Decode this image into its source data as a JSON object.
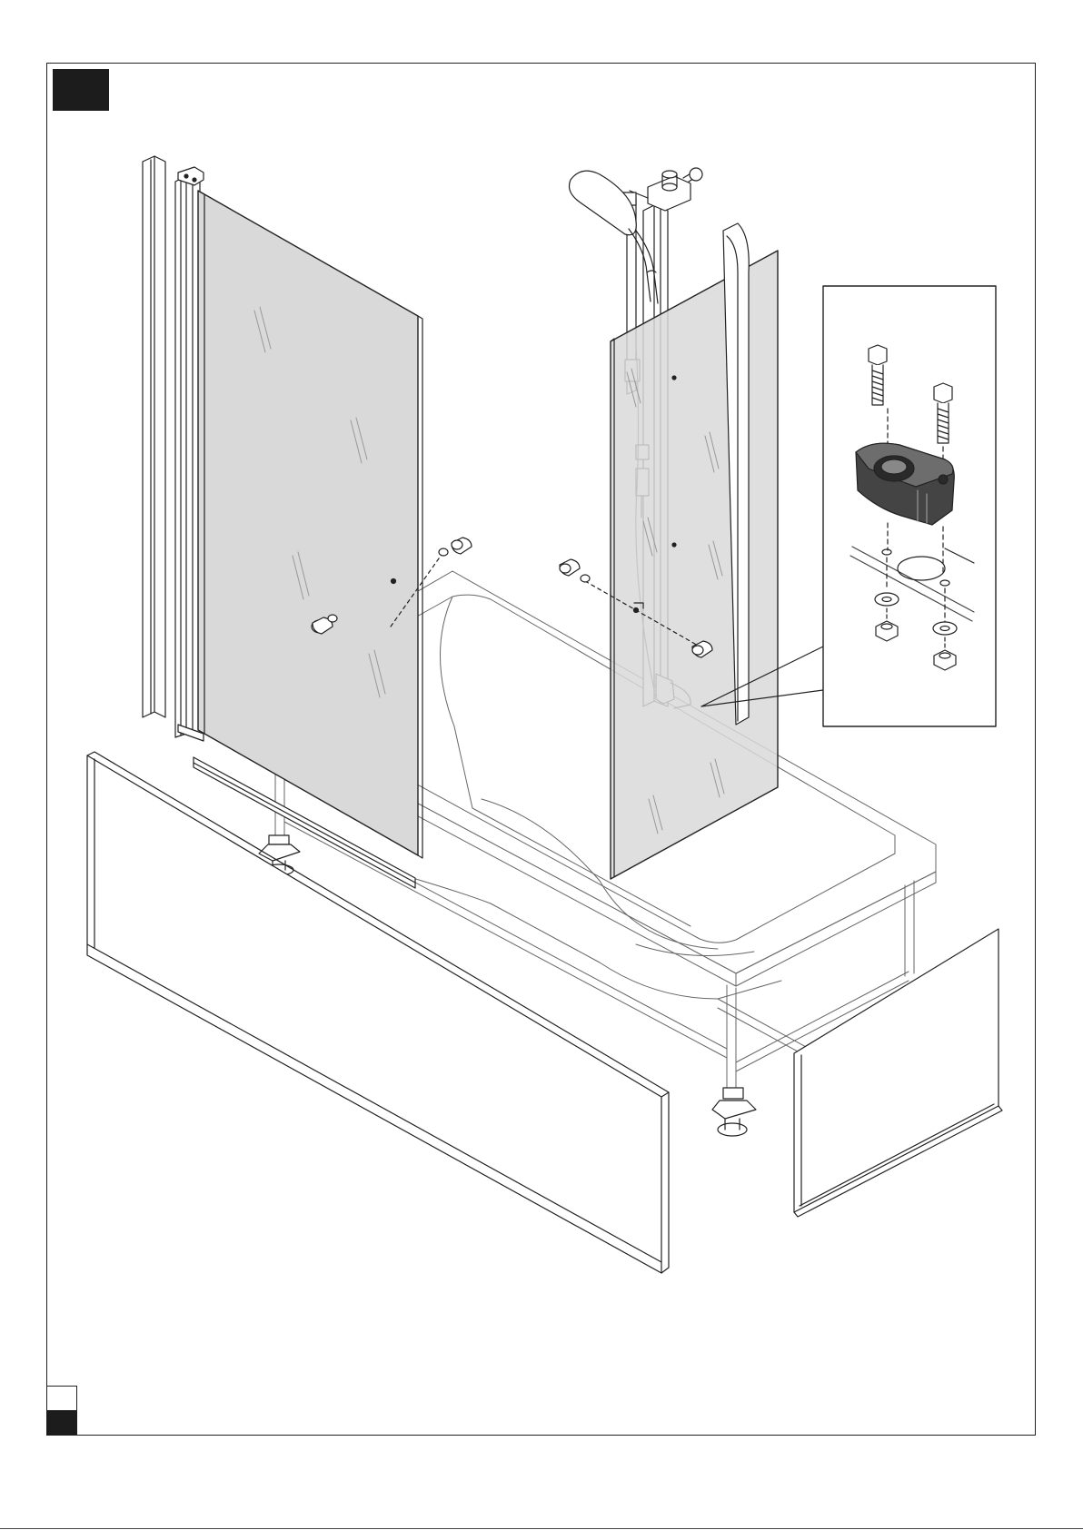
{
  "document": {
    "type": "assembly-diagram",
    "step_marker_color": "#1c1c1c",
    "glass_color": "#d9d9d9",
    "line_color": "#222222",
    "components": [
      "left-shower-screen",
      "left-wall-profile",
      "right-shower-panel",
      "shower-rail",
      "hand-shower",
      "bathtub",
      "front-bath-panel",
      "side-bath-panel",
      "support-leg",
      "fixing-bracket",
      "bolt",
      "washer",
      "nut"
    ]
  }
}
